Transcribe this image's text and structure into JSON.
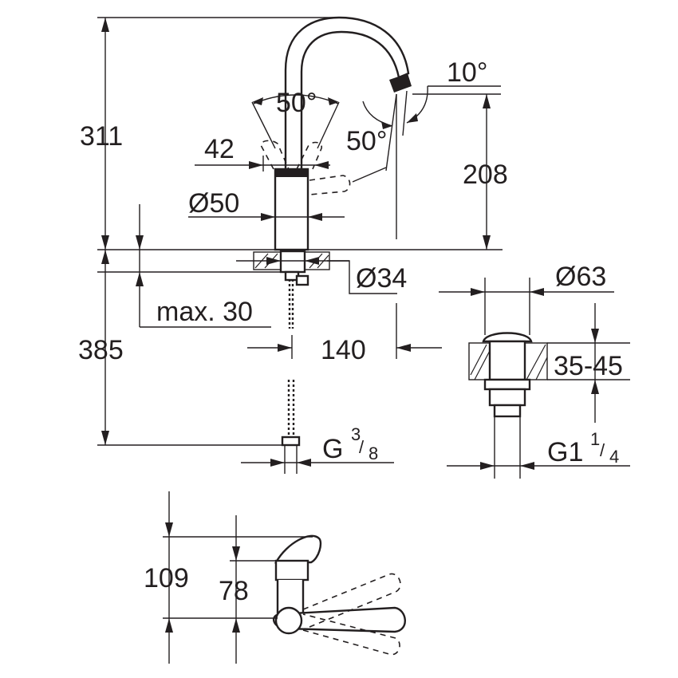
{
  "dimensions": {
    "total_height": "311",
    "spout_angle_left": "50°",
    "spout_angle_right": "50°",
    "outlet_angle": "10°",
    "lever_width": "42",
    "outlet_height": "208",
    "body_diameter": "Ø50",
    "hole_diameter": "Ø34",
    "max_deck": "max. 30",
    "below_deck": "385",
    "reach": "140",
    "waste_diameter": "Ø63",
    "waste_deck_range": "35-45",
    "inlet_thread_base": "G",
    "inlet_thread_num": "3",
    "inlet_thread_den": "8",
    "waste_thread_base": "G1",
    "waste_thread_num": "1",
    "waste_thread_den": "4",
    "lever_top_height": "109",
    "lever_height": "78"
  }
}
